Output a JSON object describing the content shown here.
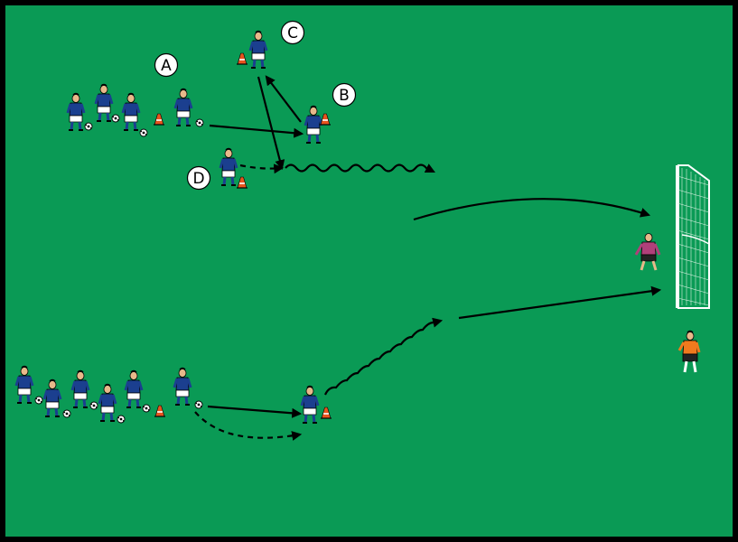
{
  "colors": {
    "pitch": "#0a9a55",
    "border": "#000000",
    "jersey": "#1b3f8f",
    "shorts": "#ffffff",
    "skin": "#e8b98a",
    "cone": "#e8541e",
    "keeper": "#b0407a",
    "defender": "#f07a1e",
    "arrow": "#000000"
  },
  "labels": {
    "a": "A",
    "b": "B",
    "c": "C",
    "d": "D"
  },
  "icons": {
    "player": "player-figure",
    "ball": "soccer-ball",
    "cone": "training-cone",
    "goal": "goal-net",
    "keeper": "goalkeeper-figure"
  }
}
